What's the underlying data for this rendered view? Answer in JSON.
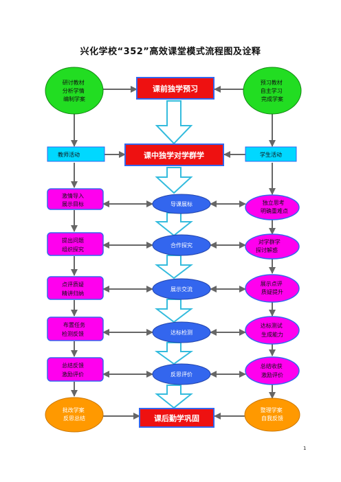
{
  "title": "兴化学校“352”高效课堂模式流程图及诠释",
  "page_number": "1",
  "stages": {
    "pre": "课前独学预习",
    "in": "课中独学对学群学",
    "post": "课后勤学巩固"
  },
  "teacher": {
    "header": "教师活动",
    "top": [
      "研讨教材",
      "分析学情",
      "编制学案"
    ],
    "steps": [
      [
        "激情导入",
        "展示目标"
      ],
      [
        "提出问题",
        "组织探究"
      ],
      [
        "点评质疑",
        "精讲归纳"
      ],
      [
        "布置任务",
        "检测反馈"
      ],
      [
        "总结反馈",
        "激励评价"
      ]
    ],
    "bottom": [
      "批改学案",
      "反思总结"
    ]
  },
  "student": {
    "header": "学生活动",
    "top": [
      "预习教材",
      "自主学习",
      "完成学案"
    ],
    "steps": [
      [
        "独立思考",
        "明确重难点"
      ],
      [
        "对学群学",
        "探讨解惑"
      ],
      [
        "展示点评",
        "质疑提升"
      ],
      [
        "达标测试",
        "生成能力"
      ],
      [
        "总结收获",
        "激励评价"
      ]
    ],
    "bottom": [
      "整理学案",
      "自我反馈"
    ]
  },
  "center_steps": [
    "导课展标",
    "合作探究",
    "展示交流",
    "达标检测",
    "反思评价"
  ],
  "colors": {
    "green": "#22dd22",
    "cyan": "#00d8ff",
    "red": "#ee1111",
    "magenta": "#ff00ee",
    "blue": "#3366ee",
    "orange": "#ff9900",
    "gray": "#666666"
  }
}
